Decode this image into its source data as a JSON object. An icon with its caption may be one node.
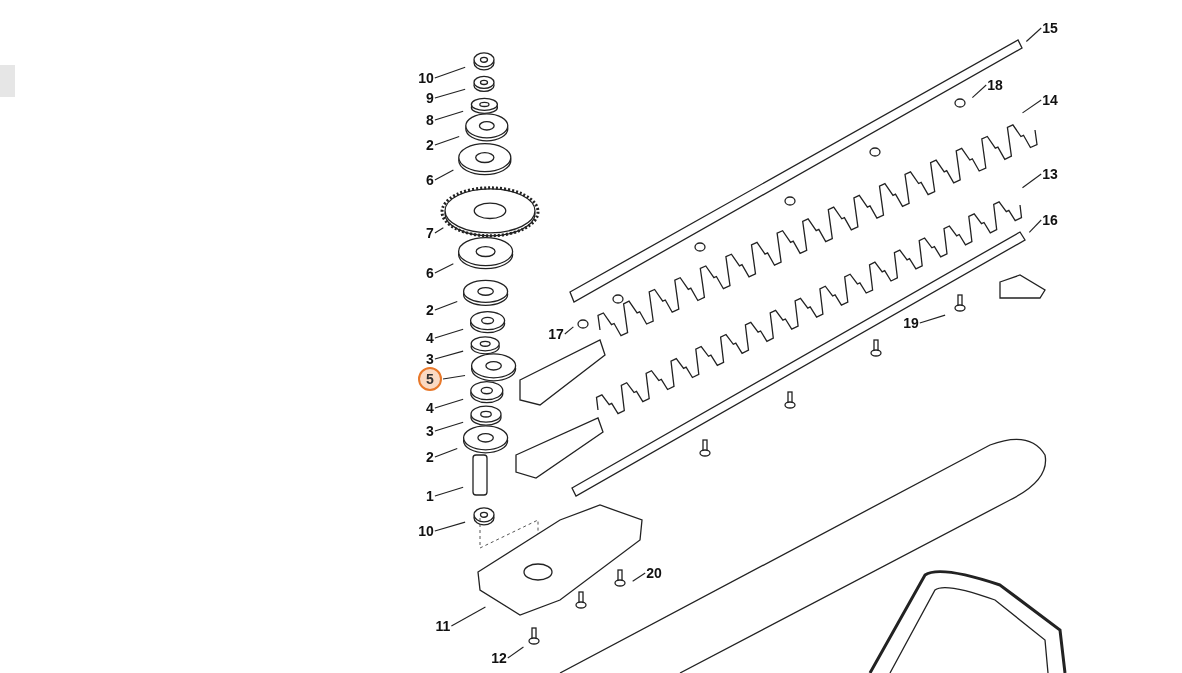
{
  "diagram": {
    "nodes": [
      {
        "text": [
          "10"
        ]
      },
      {
        "text": [
          "9"
        ]
      },
      {
        "text": [
          "8"
        ]
      },
      {
        "text": [
          "2"
        ]
      },
      {
        "text": [
          "6"
        ]
      },
      {
        "text": [
          "7"
        ]
      },
      {
        "text": [
          "6"
        ]
      },
      {
        "text": [
          "2"
        ]
      },
      {
        "text": [
          "4"
        ]
      },
      {
        "text": [
          "3"
        ]
      },
      {
        "text": [
          "5"
        ]
      },
      {
        "text": [
          "4"
        ]
      },
      {
        "text": [
          "3"
        ]
      },
      {
        "text": [
          "2"
        ]
      },
      {
        "text": [
          "1"
        ]
      },
      {
        "text": [
          "10"
        ]
      },
      {
        "text": [
          "11"
        ]
      },
      {
        "text": [
          "12"
        ]
      },
      {
        "text": [
          "20"
        ]
      },
      {
        "text": [
          "15"
        ]
      },
      {
        "text": [
          "18"
        ]
      },
      {
        "text": [
          "14"
        ]
      },
      {
        "text": [
          "13"
        ]
      },
      {
        "text": [
          "16"
        ]
      },
      {
        "text": [
          "17"
        ]
      },
      {
        "text": [
          "19"
        ]
      }
    ],
    "edges": [
      {
        "from": 0,
        "to": null,
        "arrow": "none"
      },
      {
        "from": 1,
        "to": null,
        "arrow": "none"
      },
      {
        "from": 2,
        "to": null,
        "arrow": "none"
      },
      {
        "from": 3,
        "to": null,
        "arrow": "none"
      },
      {
        "from": 4,
        "to": null,
        "arrow": "none"
      },
      {
        "from": 5,
        "to": null,
        "arrow": "none"
      },
      {
        "from": 6,
        "to": null,
        "arrow": "none"
      },
      {
        "from": 7,
        "to": null,
        "arrow": "none"
      },
      {
        "from": 8,
        "to": null,
        "arrow": "none"
      },
      {
        "from": 9,
        "to": null,
        "arrow": "none"
      },
      {
        "from": 10,
        "to": null,
        "arrow": "none"
      },
      {
        "from": 11,
        "to": null,
        "arrow": "none"
      },
      {
        "from": 12,
        "to": null,
        "arrow": "none"
      },
      {
        "from": 13,
        "to": null,
        "arrow": "none"
      },
      {
        "from": 14,
        "to": null,
        "arrow": "none"
      },
      {
        "from": 15,
        "to": null,
        "arrow": "none"
      },
      {
        "from": 16,
        "to": null,
        "arrow": "none"
      },
      {
        "from": 17,
        "to": null,
        "arrow": "none"
      },
      {
        "from": 18,
        "to": null,
        "arrow": "none"
      },
      {
        "from": 19,
        "to": null,
        "arrow": "none"
      },
      {
        "from": 20,
        "to": null,
        "arrow": "none"
      },
      {
        "from": 21,
        "to": null,
        "arrow": "none"
      },
      {
        "from": 22,
        "to": null,
        "arrow": "none"
      },
      {
        "from": 23,
        "to": null,
        "arrow": "none"
      },
      {
        "from": 24,
        "to": null,
        "arrow": "none"
      },
      {
        "from": 25,
        "to": null,
        "arrow": "none"
      }
    ]
  }
}
